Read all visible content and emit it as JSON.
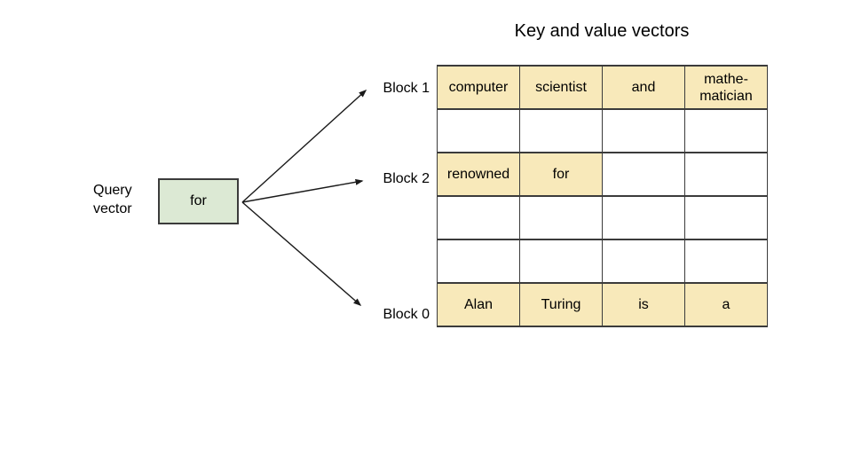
{
  "title": "Key and value vectors",
  "query": {
    "label": "Query\nvector",
    "box_text": "for"
  },
  "blocks": [
    {
      "label": "Block 1"
    },
    {
      "label": "Block 2"
    },
    {
      "label": "Block 0"
    }
  ],
  "table": {
    "rows": [
      {
        "cells": [
          {
            "text": "computer",
            "highlighted": true
          },
          {
            "text": "scientist",
            "highlighted": true
          },
          {
            "text": "and",
            "highlighted": true
          },
          {
            "text": "mathe-\nmatician",
            "highlighted": true
          }
        ]
      },
      {
        "cells": [
          {
            "text": "",
            "highlighted": false
          },
          {
            "text": "",
            "highlighted": false
          },
          {
            "text": "",
            "highlighted": false
          },
          {
            "text": "",
            "highlighted": false
          }
        ]
      },
      {
        "cells": [
          {
            "text": "renowned",
            "highlighted": true
          },
          {
            "text": "for",
            "highlighted": true
          },
          {
            "text": "",
            "highlighted": false
          },
          {
            "text": "",
            "highlighted": false
          }
        ]
      },
      {
        "cells": [
          {
            "text": "",
            "highlighted": false
          },
          {
            "text": "",
            "highlighted": false
          },
          {
            "text": "",
            "highlighted": false
          },
          {
            "text": "",
            "highlighted": false
          }
        ]
      },
      {
        "cells": [
          {
            "text": "",
            "highlighted": false
          },
          {
            "text": "",
            "highlighted": false
          },
          {
            "text": "",
            "highlighted": false
          },
          {
            "text": "",
            "highlighted": false
          }
        ]
      },
      {
        "cells": [
          {
            "text": "Alan",
            "highlighted": true
          },
          {
            "text": "Turing",
            "highlighted": true
          },
          {
            "text": "is",
            "highlighted": true
          },
          {
            "text": "a",
            "highlighted": true
          }
        ]
      }
    ]
  },
  "colors": {
    "highlight": "#f8e9ba",
    "query-box": "#dce9d4",
    "border": "#3b3b3b",
    "arrow": "#1a1a1a",
    "text": "#000000"
  }
}
